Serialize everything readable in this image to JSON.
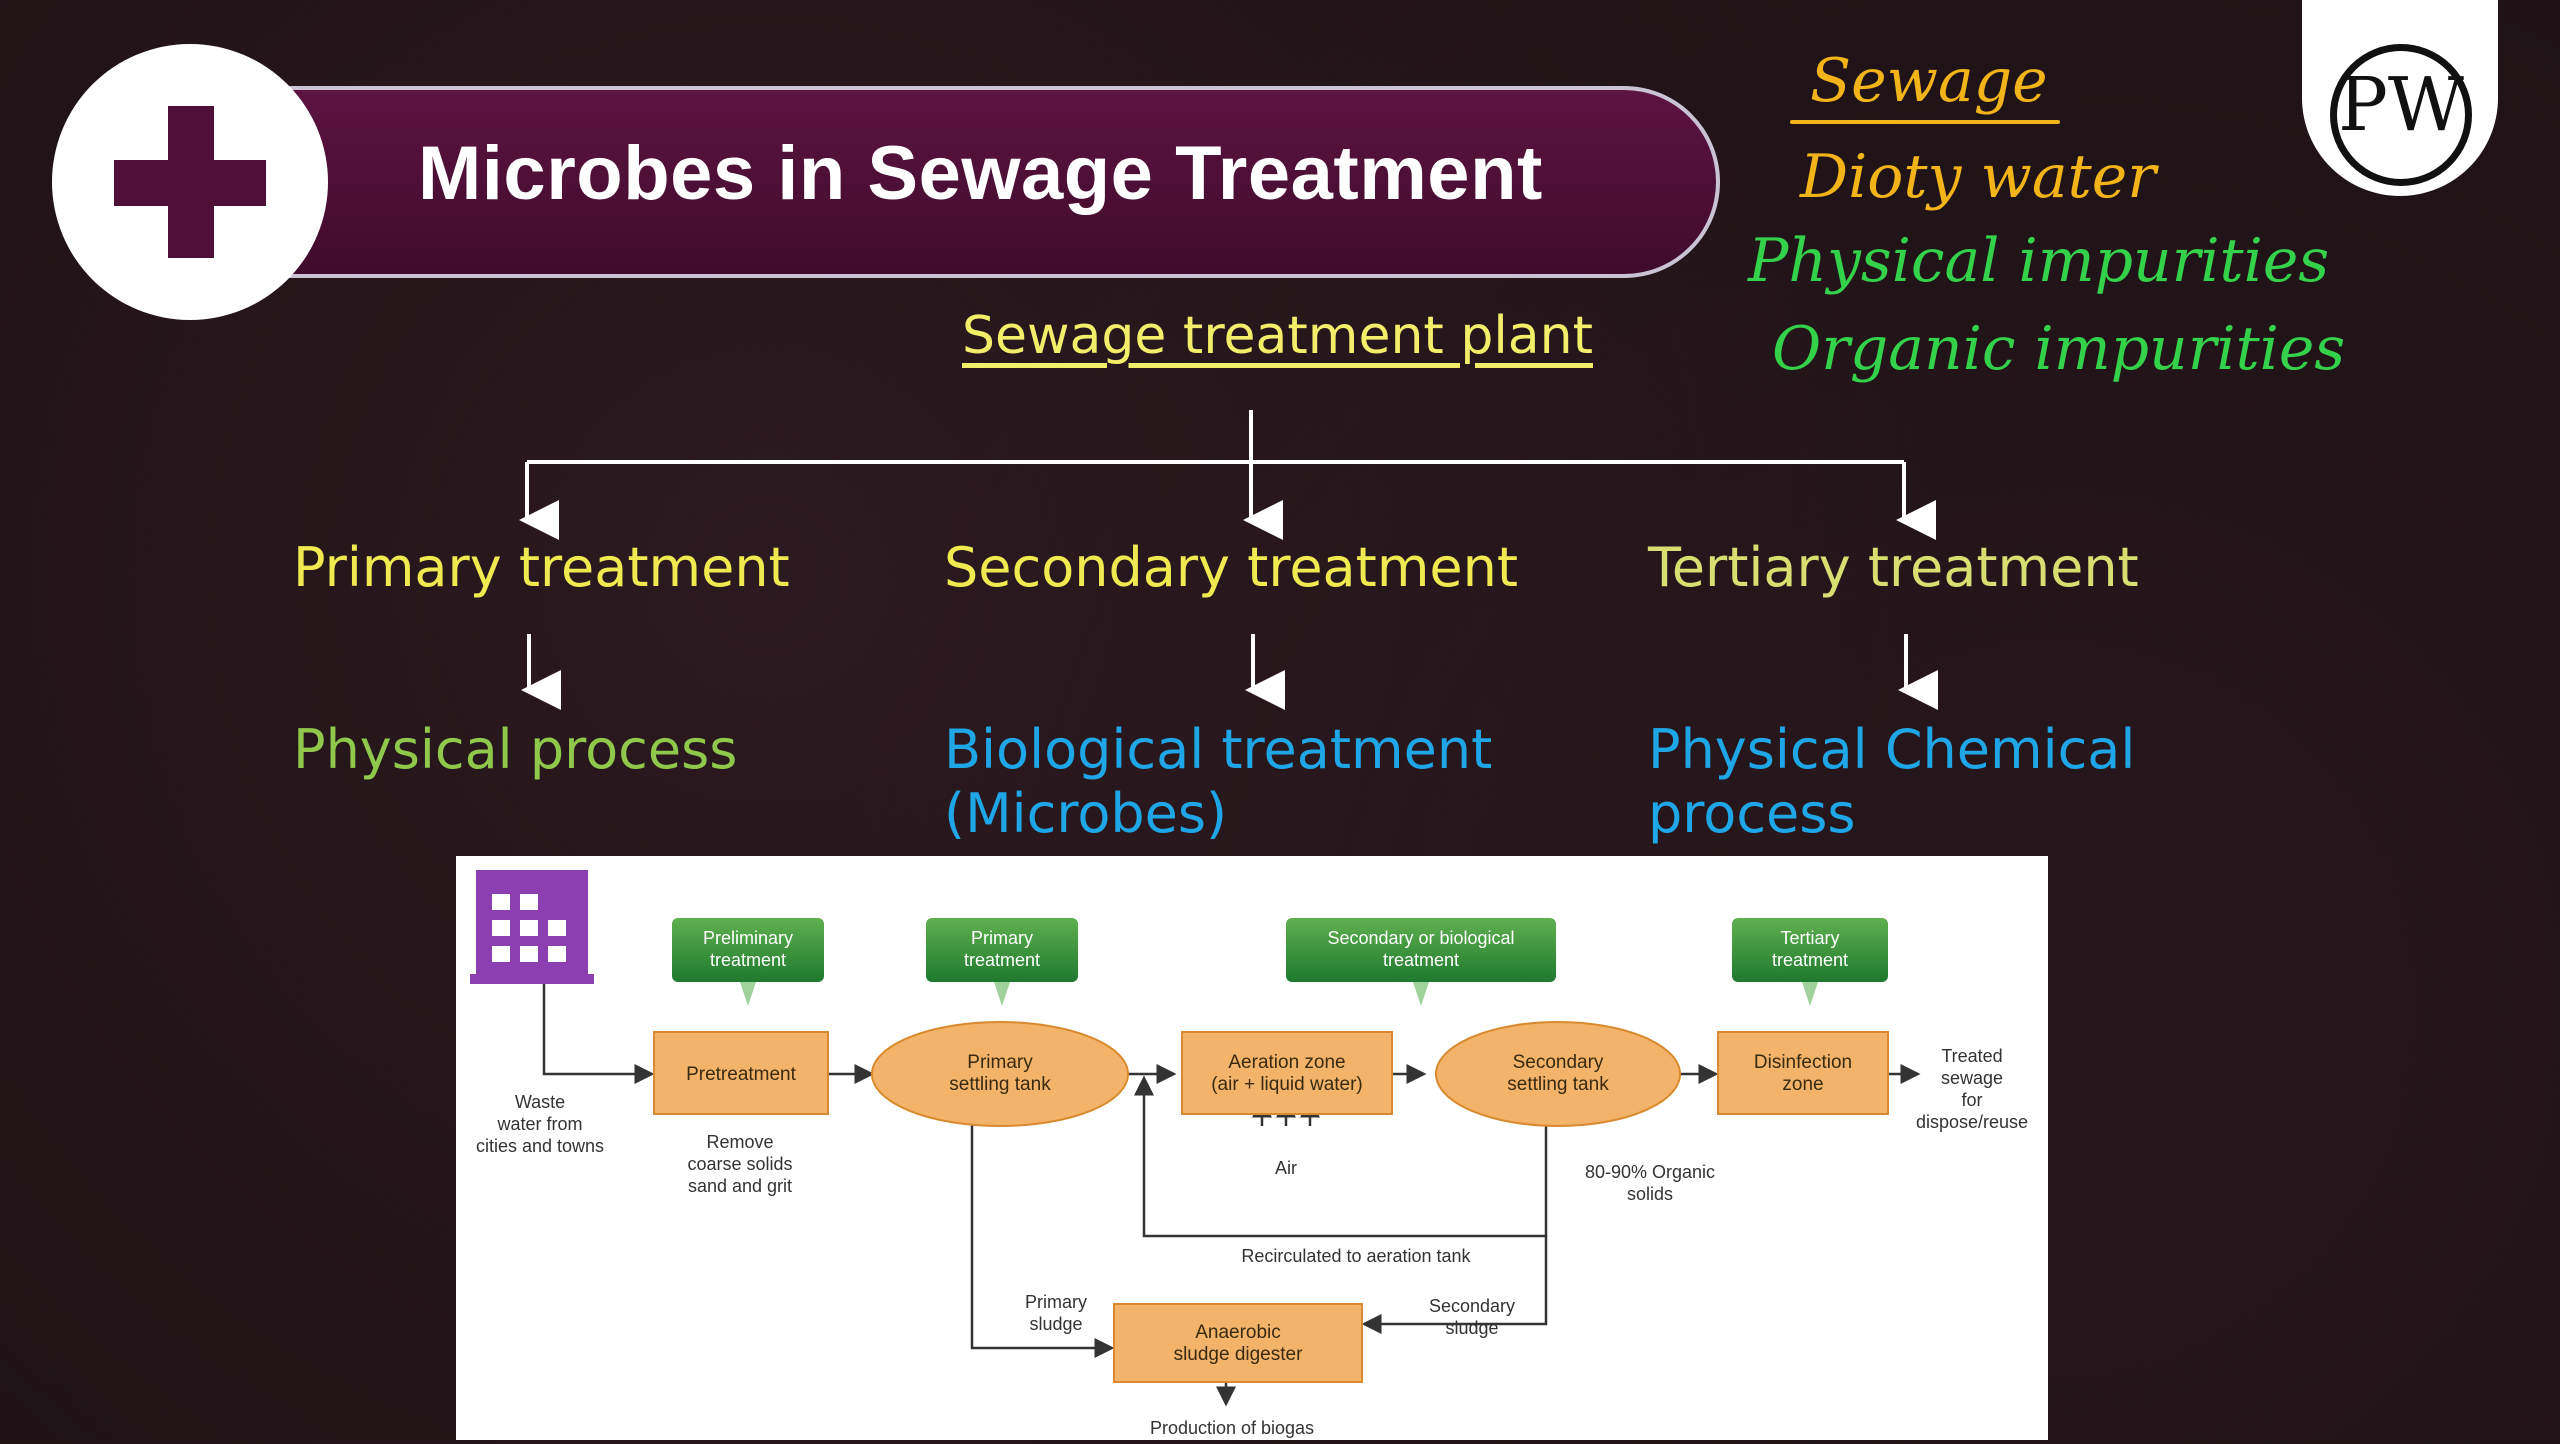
{
  "header": {
    "title": "Microbes in Sewage Treatment",
    "plus_icon": "plus-icon",
    "logo_text": "PW"
  },
  "notes": [
    "Sewage",
    "Dioty water",
    "Physical impurities",
    "Organic impurities"
  ],
  "tree": {
    "root": "Sewage treatment plant",
    "branches": [
      {
        "stage": "Primary treatment",
        "process": "Physical process"
      },
      {
        "stage": "Secondary treatment",
        "process": "Biological treatment (Microbes)"
      },
      {
        "stage": "Tertiary treatment",
        "process": "Physical Chemical process"
      }
    ]
  },
  "flow": {
    "stage_tags": [
      "Preliminary treatment",
      "Primary treatment",
      "Secondary or biological treatment",
      "Tertiary treatment"
    ],
    "nodes": {
      "pretreatment": "Pretreatment",
      "primary_tank": "Primary settling tank",
      "aeration": "Aeration zone (air + liquid water)",
      "secondary_tank": "Secondary settling tank",
      "disinfection": "Disinfection zone",
      "digester": "Anaerobic sludge digester"
    },
    "labels": {
      "waste_water": "Waste water from cities and towns",
      "remove": "Remove coarse solids sand and grit",
      "air": "Air",
      "organic": "80-90% Organic solids",
      "recirculated": "Recirculated to aeration tank",
      "primary_sludge": "Primary sludge",
      "secondary_sludge": "Secondary sludge",
      "biogas": "Production of biogas",
      "treated": "Treated sewage for dispose/reuse"
    },
    "colors": {
      "tag": "#2f8a3a",
      "box": "#f3b36a",
      "box_border": "#d98a2f",
      "building": "#8b3fb0"
    },
    "icons": {
      "building": "building-icon"
    }
  }
}
